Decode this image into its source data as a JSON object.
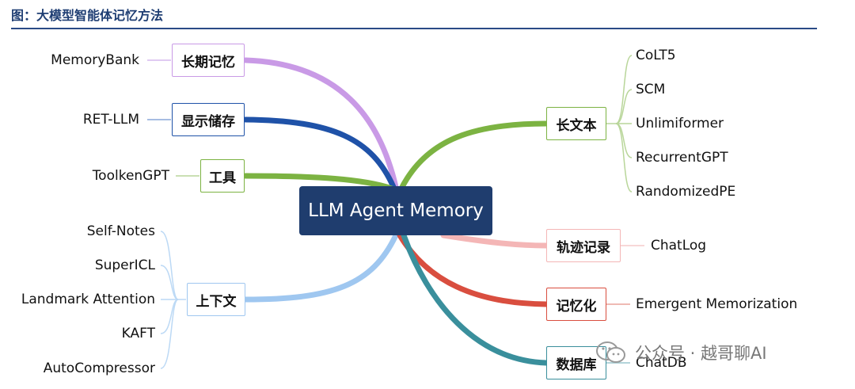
{
  "title": "图：大模型智能体记忆方法",
  "center": "LLM Agent Memory",
  "categories": {
    "long_memory": {
      "label": "长期记忆",
      "color": "#c99ae6",
      "items": [
        "MemoryBank"
      ]
    },
    "explicit_store": {
      "label": "显示储存",
      "color": "#1f52a8",
      "items": [
        "RET-LLM"
      ]
    },
    "tools": {
      "label": "工具",
      "color": "#7cb342",
      "items": [
        "ToolkenGPT"
      ]
    },
    "context": {
      "label": "上下文",
      "color": "#9fc7f0",
      "items": [
        "Self-Notes",
        "SuperICL",
        "Landmark Attention",
        "KAFT",
        "AutoCompressor"
      ]
    },
    "long_text": {
      "label": "长文本",
      "color": "#7cb342",
      "items": [
        "CoLT5",
        "SCM",
        "Unlimiformer",
        "RecurrentGPT",
        "RandomizedPE"
      ]
    },
    "trace_log": {
      "label": "轨迹记录",
      "color": "#f4b6b6",
      "items": [
        "ChatLog"
      ]
    },
    "memorization": {
      "label": "记忆化",
      "color": "#d94e3f",
      "items": [
        "Emergent Memorization"
      ]
    },
    "database": {
      "label": "数据库",
      "color": "#3a8f9c",
      "items": [
        "ChatDB"
      ]
    }
  },
  "watermark": "公众号 · 越哥聊AI"
}
